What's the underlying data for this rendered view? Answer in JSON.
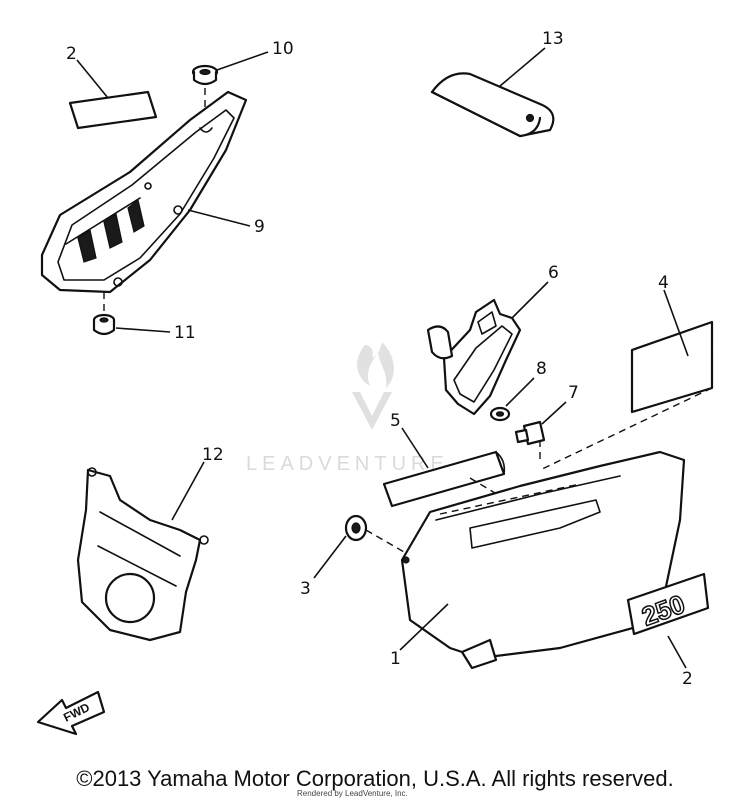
{
  "callouts": {
    "c1": "1",
    "c2a": "2",
    "c2b": "2",
    "c3": "3",
    "c4": "4",
    "c5": "5",
    "c6": "6",
    "c7": "7",
    "c8": "8",
    "c9": "9",
    "c10": "10",
    "c11": "11",
    "c12": "12",
    "c13": "13"
  },
  "emblem_text": "250",
  "fwd_text": "FWD",
  "watermark": "LEADVENTURE",
  "copyright": "©2013 Yamaha Motor Corporation, U.S.A. All rights reserved.",
  "credit": "Rendered by LeadVenture, Inc."
}
